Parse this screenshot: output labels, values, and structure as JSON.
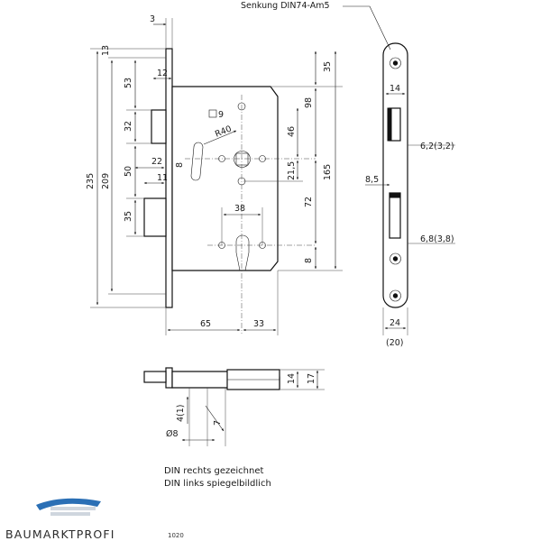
{
  "labels": {
    "senkung": "Senkung DIN74-Am5",
    "d3": "3",
    "d12": "12",
    "d13": "13",
    "d53": "53",
    "d35_left": "35",
    "d32": "32",
    "d50": "50",
    "d235": "235",
    "d209": "209",
    "d9": "9",
    "r40": "R40",
    "d8a": "8",
    "d22": "22",
    "d11": "11",
    "d38": "38",
    "d98": "98",
    "d46": "46",
    "d21_5": "21,5",
    "d72": "72",
    "d8b": "8",
    "d35_right": "35",
    "d165": "165",
    "d65": "65",
    "d33": "33",
    "d14_front": "14",
    "d6_2": "6,2(3,2)",
    "d8_5": "8,5",
    "d6_8": "6,8(3,8)",
    "d24": "24",
    "d20": "(20)",
    "d14_bottom": "14",
    "d17": "17",
    "d4_1": "4(1)",
    "d7": "7",
    "d8_diam": "Ø8"
  },
  "notes": {
    "line1": "DIN rechts gezeichnet",
    "line2": "DIN links spiegelbildlich"
  },
  "logo": {
    "brand": "BAUMARKTPROFI",
    "number": "1020",
    "swoosh_color": "#2a6fb5"
  }
}
